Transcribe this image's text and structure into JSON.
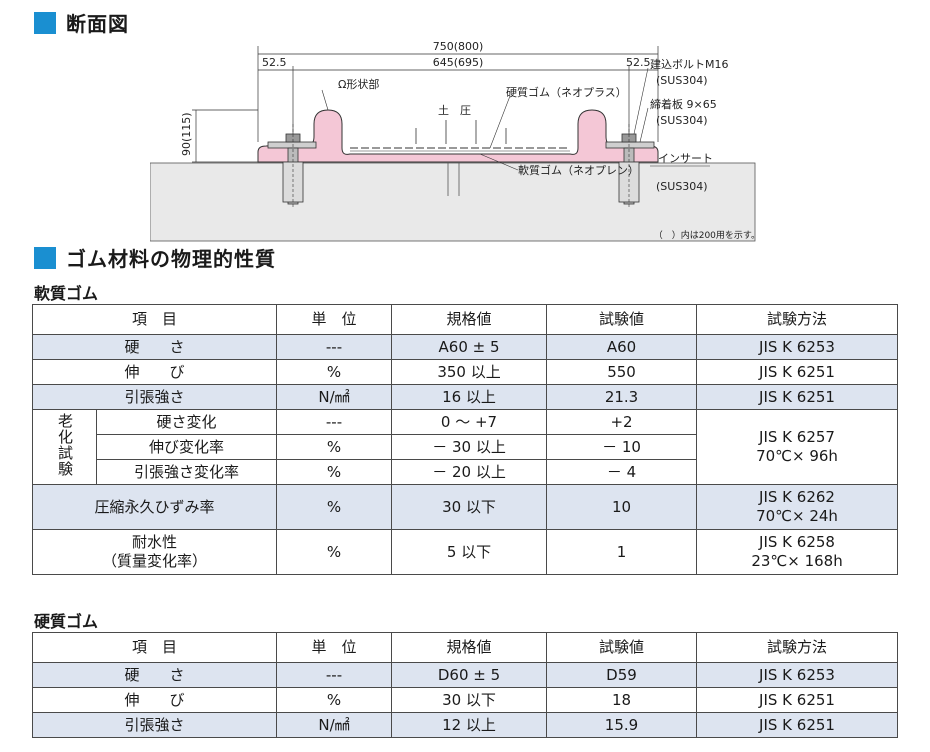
{
  "section1": {
    "title": "断面図"
  },
  "diagram": {
    "dim_total": "750(800)",
    "dim_inner": "645(695)",
    "dim_left": "52.5",
    "dim_right": "52.5",
    "dim_height": "90(115)",
    "omega_label": "Ω形状部",
    "earth_pressure": "土　圧",
    "hard_rubber": "硬質ゴム（ネオプラス）",
    "soft_rubber": "軟質ゴム（ネオプレン）",
    "bolt": "建込ボルトM16",
    "bolt_mat": "(SUS304)",
    "plate": "締着板 9×65",
    "plate_mat": "(SUS304)",
    "insert": "インサート",
    "insert_mat": "(SUS304)",
    "note": "（　）内は200用を示す。"
  },
  "section2": {
    "title": "ゴム材料の物理的性質"
  },
  "soft": {
    "title": "軟質ゴム",
    "headers": [
      "項　目",
      "単　位",
      "規格値",
      "試験値",
      "試験方法"
    ],
    "hardness": {
      "item": "硬　　さ",
      "unit": "---",
      "spec": "A60 ± 5",
      "test": "A60",
      "method": "JIS K 6253"
    },
    "elong": {
      "item": "伸　　び",
      "unit": "%",
      "spec": "350 以上",
      "test": "550",
      "method": "JIS K 6251"
    },
    "tensile": {
      "item": "引張強さ",
      "unit": "N/㎟",
      "spec": "16 以上",
      "test": "21.3",
      "method": "JIS K 6251"
    },
    "aging_label": "老化試験",
    "aging_method1": "JIS K 6257",
    "aging_method2": "70℃× 96h",
    "aging1": {
      "item": "硬さ変化",
      "unit": "---",
      "spec": "0 ～ +7",
      "test": "+2"
    },
    "aging2": {
      "item": "伸び変化率",
      "unit": "%",
      "spec": "－ 30 以上",
      "test": "－ 10"
    },
    "aging3": {
      "item": "引張強さ変化率",
      "unit": "%",
      "spec": "－ 20 以上",
      "test": "－ 4"
    },
    "comp": {
      "item": "圧縮永久ひずみ率",
      "unit": "%",
      "spec": "30 以下",
      "test": "10",
      "method1": "JIS K 6262",
      "method2": "70℃× 24h"
    },
    "water": {
      "item1": "耐水性",
      "item2": "（質量変化率）",
      "unit": "%",
      "spec": "5 以下",
      "test": "1",
      "method1": "JIS K 6258",
      "method2": "23℃× 168h"
    }
  },
  "hard": {
    "title": "硬質ゴム",
    "headers": [
      "項　目",
      "単　位",
      "規格値",
      "試験値",
      "試験方法"
    ],
    "hardness": {
      "item": "硬　　さ",
      "unit": "---",
      "spec": "D60 ± 5",
      "test": "D59",
      "method": "JIS K 6253"
    },
    "elong": {
      "item": "伸　　び",
      "unit": "%",
      "spec": "30 以下",
      "test": "18",
      "method": "JIS K 6251"
    },
    "tensile": {
      "item": "引張強さ",
      "unit": "N/㎟",
      "spec": "12 以上",
      "test": "15.9",
      "method": "JIS K 6251"
    }
  },
  "colors": {
    "accent": "#1a8fd1",
    "row_blue": "#dde4f0",
    "rubber": "#f4c7d6"
  }
}
